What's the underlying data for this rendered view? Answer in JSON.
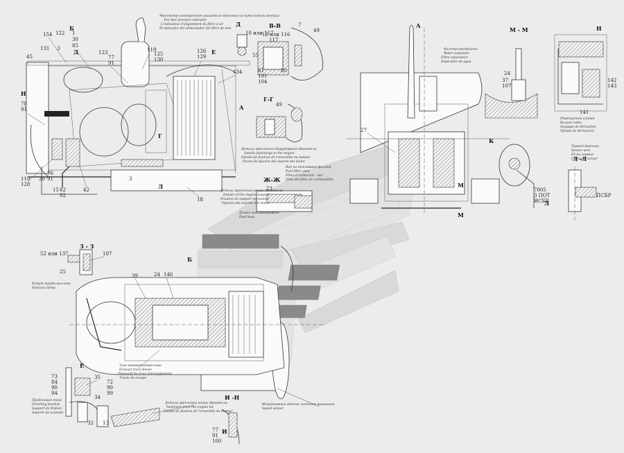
{
  "labels": {
    "view_b": "Б",
    "view_d": "Д",
    "view_e": "Е",
    "view_a_top": "А",
    "view_a_mid": "А",
    "view_h_left": "Н",
    "view_h_right": "Н",
    "view_k": "К",
    "view_m_left": "М",
    "view_m_right": "М",
    "view_g": "Г",
    "view_l": "Л",
    "view_l2": "Л",
    "view_i": "И",
    "view_zh": "Ж",
    "view_e_bottom": "Е",
    "view_b_bottom": "Б",
    "section_vv": "В-В",
    "section_mm": "М - М",
    "section_gg": "Г-Г",
    "section_zhzh": "Ж-Ж",
    "section_ll": "Л -Л",
    "section_zz": "З - З",
    "section_in": "И -Н",
    "section_d": "Д"
  },
  "callouts": {
    "n154": "154",
    "n122": "122",
    "n1": "1",
    "n30": "30",
    "n85": "85",
    "n131": "131",
    "n3": "3",
    "n45": "45",
    "n123": "123",
    "n77": "77",
    "n91a": "91",
    "n119": "119",
    "n125": "125",
    "n130": "130",
    "n126": "126",
    "n129": "129",
    "n134": "134",
    "n78": "78",
    "n91b": "91",
    "n110": "110",
    "n128": "128",
    "n20": "20",
    "n76": "76",
    "n91c": "91",
    "n15": "15",
    "n82": "82",
    "n92": "92",
    "n42": "42",
    "n18": "18",
    "n3b": "3",
    "n10": "10 или 117",
    "n12": "12 или 116",
    "n117": "117",
    "n7": "7",
    "n49a": "49",
    "n55": "55",
    "n81": "81",
    "n101": "101",
    "n104": "104",
    "n80": "80",
    "n49b": "49",
    "n27": "27",
    "n24a": "24",
    "n37": "37",
    "n107a": "107",
    "n142": "142",
    "n143a": "143",
    "n141": "141",
    "n23": "23",
    "n52": "52 или 137",
    "n107b": "107",
    "n25": "25",
    "n39": "39",
    "n24b": "24",
    "n146": "146",
    "n73": "73",
    "n84": "84",
    "n90": "90",
    "n94": "94",
    "n35": "35",
    "n72": "72",
    "n90b": "90",
    "n99": "99",
    "n34": "34",
    "n32": "32",
    "n13": "13",
    "n77b": "77",
    "n91d": "91",
    "n100": "100",
    "n7005": "7005",
    "n3bolt": "3 ПОТ",
    "n_asb": "ИСБР",
    "n_hp": "ПСБР"
  },
  "notes": {
    "note_top": "Манометр электронного указателя давления на пути подачи воздуха",
    "note_top2": "The fuel pressure indicator",
    "note_top3": "L'indicateur d'alignement du filtre à air",
    "note_top4": "El indicador del alimentador del filtro de aire",
    "note_engine": "Детали крепления оборудования двигателя",
    "note_engine2": "Details fastenings to the engine",
    "note_engine3": "Détails de fixation de l'ensemble du moteur",
    "note_engine4": "Piezas de fijación del soporte del motor",
    "note_fuel": "Вид на топливный фильтр",
    "note_fuel2": "Fuel filter view",
    "note_fuel3": "Filtre à carburant - vue",
    "note_fuel4": "Vista del filtro de combustible",
    "note_support": "Детали крепления опоры двигателя",
    "note_support2": "Details of the engine support",
    "note_support3": "Fixation du support du moteur",
    "note_support4": "Fijación del soporte del motor",
    "note_brake": "Тяга пневмокомпрессора",
    "note_brake2": "Exhaust tract device",
    "note_brake3": "Dispositif du tract d'échappement",
    "note_brake4": "Tracto de escape",
    "note_hose": "Шланг топливопровода",
    "note_hose2": "Fuel hose",
    "note_bottom": "Детали крепления опоры двигателя",
    "note_bottom2": "Fasteners from the engine kit",
    "note_bottom3": "Détails de fixation de l'ensemble du moteur",
    "note_harness": "Индуктивный датчик частоты вращения",
    "note_harness2": "Speed sensor",
    "note_pipe": "Хомут трубы выхлопа",
    "note_pipe2": "Exhaust clamp",
    "note_filter": "Фильтр-отстойник",
    "note_filter2": "Water separator",
    "note_filter3": "Filtre séparateur",
    "note_filter4": "Separador de agua",
    "note_cable": "Провод датчика",
    "note_cable2": "Sensor wire",
    "note_cable3": "Fil du capteur",
    "note_cable4": "Cable del sensor",
    "note_valve": "Перепускной клапан",
    "note_valve2": "By-pass valve",
    "note_valve3": "Soupape de dérivation",
    "note_valve4": "Válvula de derivación",
    "note_bolt": "Продольная тяга",
    "note_bolt2": "Finishing bracket",
    "note_bolt3": "Support de finition",
    "note_bolt4": "Soporte de acabado"
  }
}
